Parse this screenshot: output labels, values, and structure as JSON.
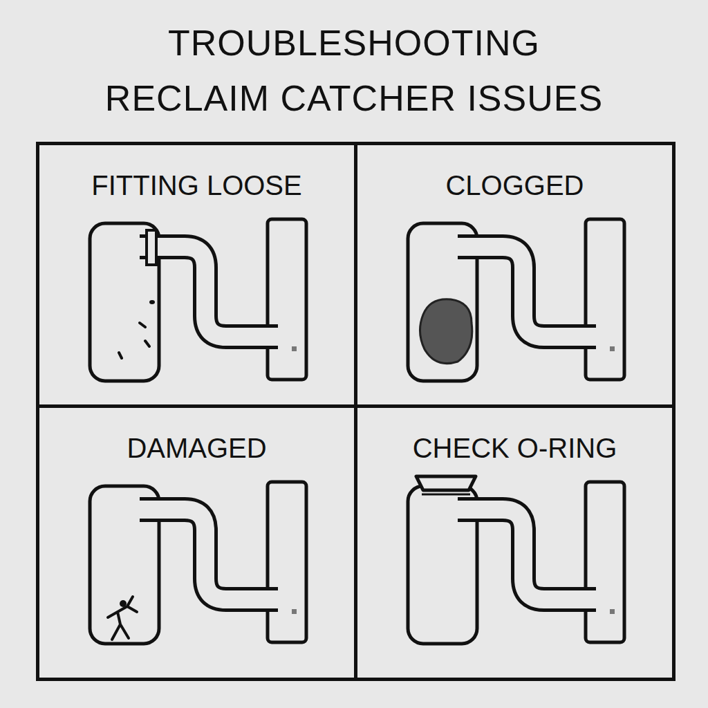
{
  "diagram": {
    "title": "TROUBLESHOOTING RECLAIM CATCHER ISSUES",
    "nodes": [
      {
        "text": [
          "FITTING LOOSE"
        ]
      },
      {
        "text": [
          "CLOGGED"
        ]
      },
      {
        "text": [
          "DAMAGED"
        ]
      },
      {
        "text": [
          "CHECK O-RING"
        ]
      }
    ]
  }
}
